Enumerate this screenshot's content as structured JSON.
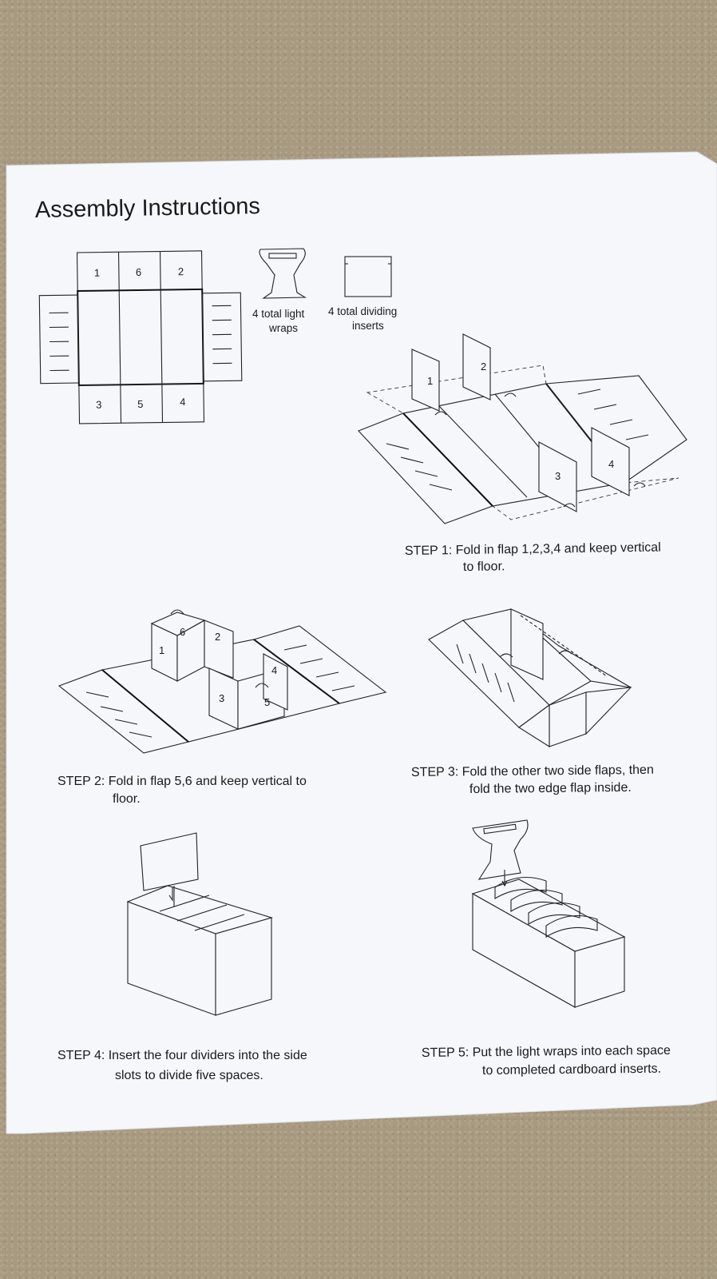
{
  "document": {
    "title": "Assembly Instructions",
    "parts": {
      "light_wraps": [
        "4 total light",
        "wraps"
      ],
      "dividing_inserts": [
        "4 total dividing",
        "inserts"
      ]
    },
    "net_flap_labels": {
      "top": [
        "1",
        "6",
        "2"
      ],
      "bottom": [
        "3",
        "5",
        "4"
      ]
    },
    "step1": {
      "flap_labels": [
        "1",
        "2",
        "3",
        "4"
      ],
      "caption": [
        "STEP 1: Fold in flap 1,2,3,4 and keep vertical",
        "to floor."
      ]
    },
    "step2": {
      "flap_labels": [
        "1",
        "6",
        "2",
        "3",
        "5",
        "4"
      ],
      "caption": [
        "STEP 2: Fold in flap 5,6 and keep vertical to",
        "floor."
      ]
    },
    "step3": {
      "caption": [
        "STEP 3: Fold the other two side flaps, then",
        "fold the two edge flap inside."
      ]
    },
    "step4": {
      "caption": [
        "STEP 4: Insert the four dividers into the side",
        "slots to divide five spaces."
      ]
    },
    "step5": {
      "caption": [
        "STEP 5: Put the light wraps into each space",
        "to completed cardboard inserts."
      ]
    }
  },
  "colors": {
    "paper": "#f6f7fb",
    "carpet": "#a89a80",
    "ink": "#1a1a1a"
  }
}
